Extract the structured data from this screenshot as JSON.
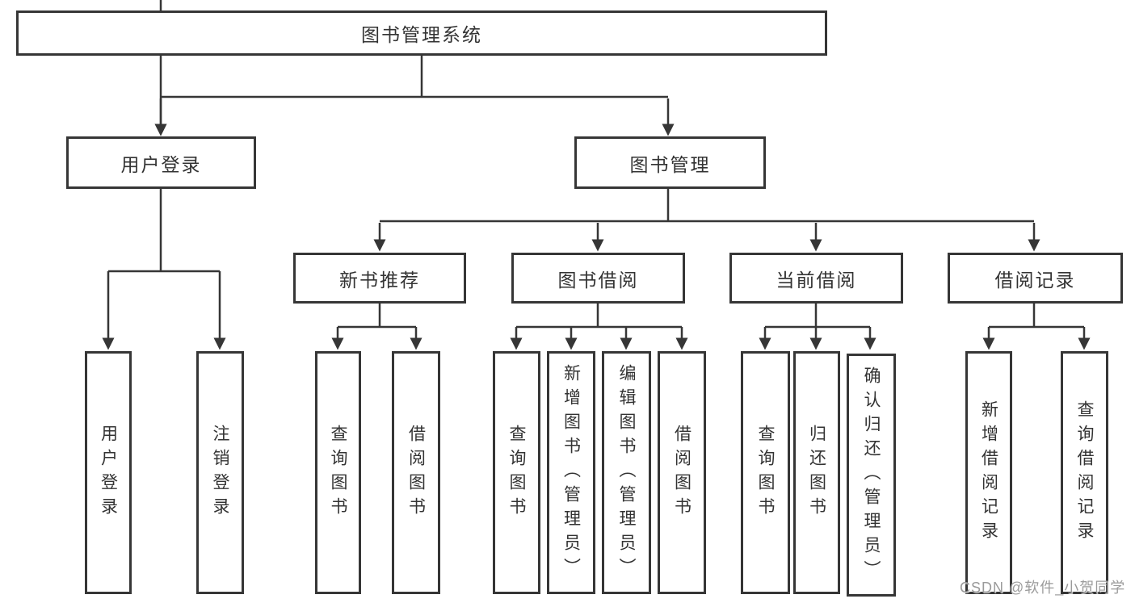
{
  "diagram": {
    "root": {
      "label": "图书管理系统"
    },
    "branches": [
      {
        "label": "用户登录",
        "children": [
          {
            "label": "用户登录"
          },
          {
            "label": "注销登录"
          }
        ]
      },
      {
        "label": "图书管理",
        "children": [
          {
            "label": "新书推荐",
            "children": [
              {
                "label": "查询图书"
              },
              {
                "label": "借阅图书"
              }
            ]
          },
          {
            "label": "图书借阅",
            "children": [
              {
                "label": "查询图书"
              },
              {
                "label": "新增图书（管理员）"
              },
              {
                "label": "编辑图书（管理员）"
              },
              {
                "label": "借阅图书"
              }
            ]
          },
          {
            "label": "当前借阅",
            "children": [
              {
                "label": "查询图书"
              },
              {
                "label": "归还图书"
              },
              {
                "label": "确认归还（管理员）"
              }
            ]
          },
          {
            "label": "借阅记录",
            "children": [
              {
                "label": "新增借阅记录"
              },
              {
                "label": "查询借阅记录"
              }
            ]
          }
        ]
      }
    ]
  },
  "watermark": {
    "text": "CSDN @软件_小贺同学"
  },
  "colors": {
    "line": "#363636",
    "text": "#333333",
    "box_background": "#ffffff",
    "watermark": "#9b9b9b"
  }
}
